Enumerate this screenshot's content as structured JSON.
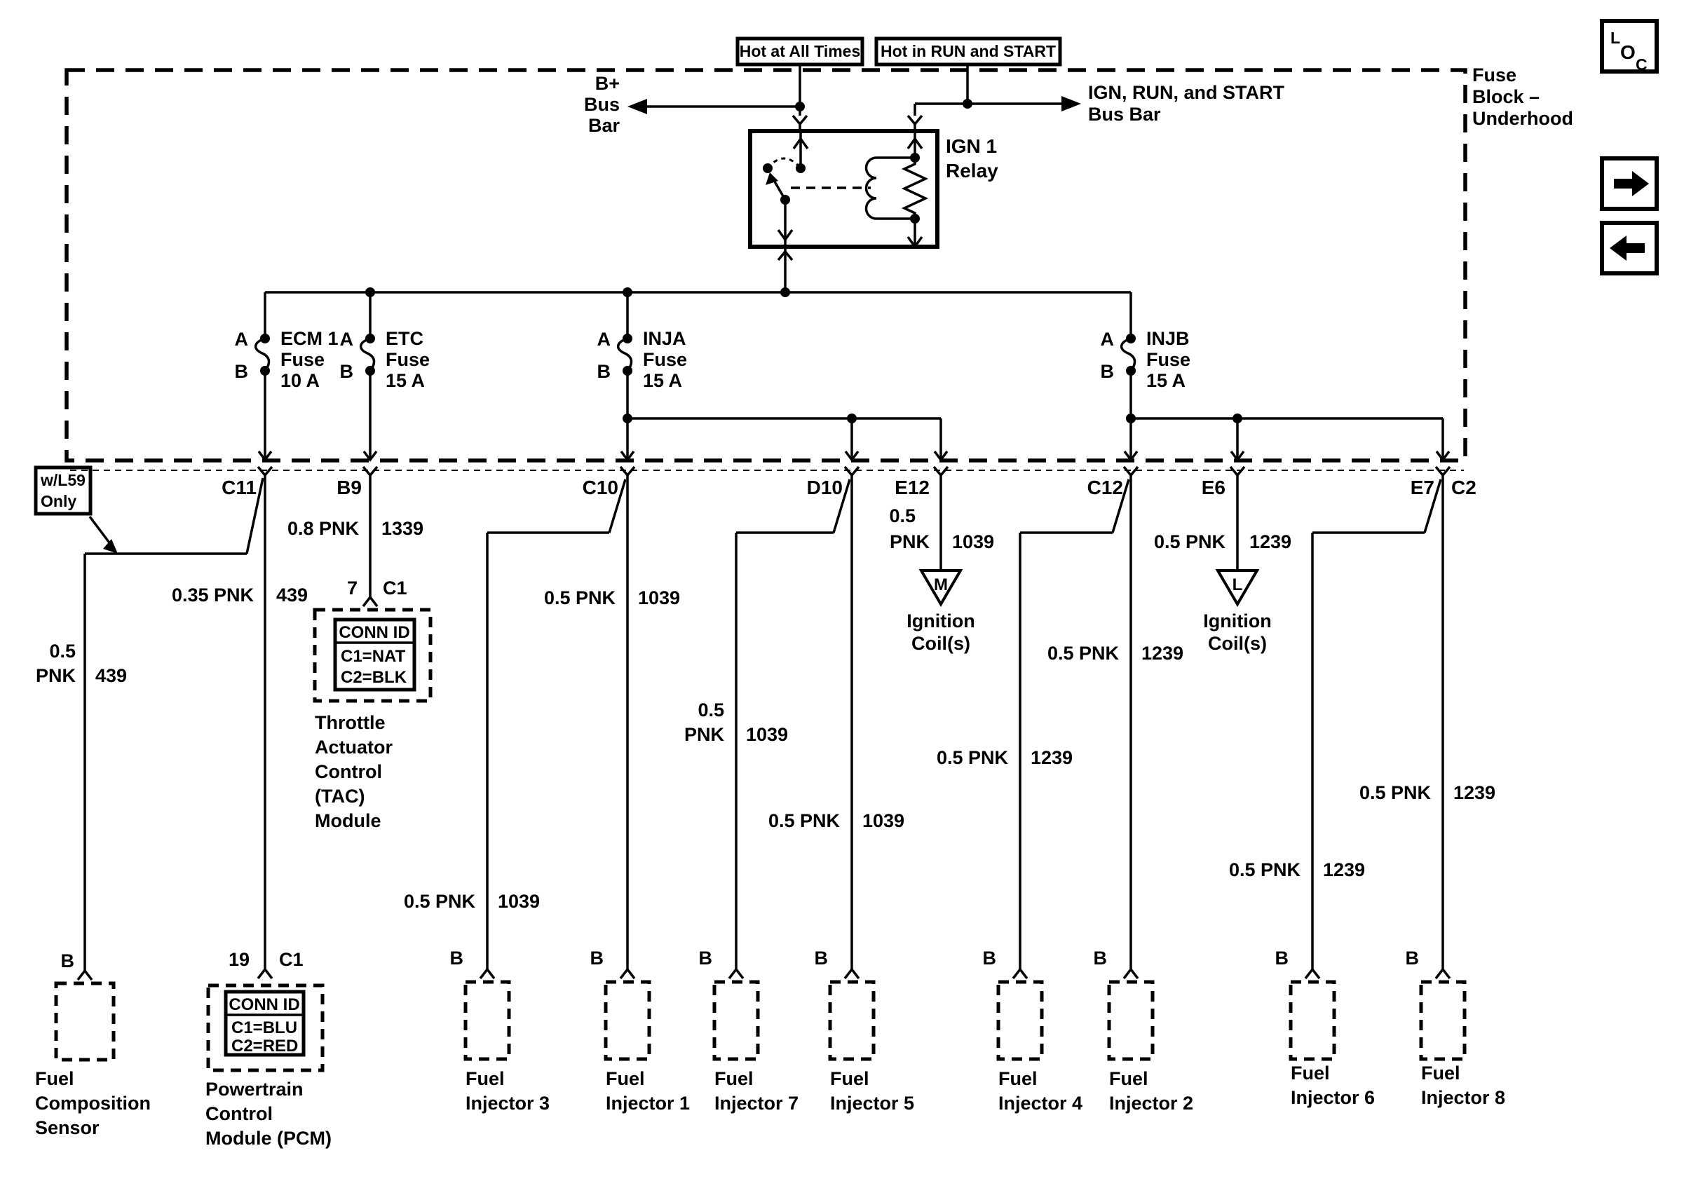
{
  "nav": {
    "loc_l": "L",
    "loc_o": "O",
    "loc_c": "C"
  },
  "power": {
    "hot1": "Hot at All Times",
    "hot2": "Hot in RUN and START",
    "bplus1": "B+",
    "bplus2": "Bus",
    "bplus3": "Bar",
    "ign1": "IGN, RUN, and START",
    "ign2": "Bus Bar",
    "fb1": "Fuse",
    "fb2": "Block –",
    "fb3": "Underhood",
    "relay1": "IGN 1",
    "relay2": "Relay"
  },
  "fuses": {
    "ecm1": {
      "a": "A",
      "b": "B",
      "n1": "ECM 1",
      "n2": "Fuse",
      "n3": "10 A"
    },
    "etc": {
      "a": "A",
      "b": "B",
      "n1": "ETC",
      "n2": "Fuse",
      "n3": "15 A"
    },
    "inja": {
      "a": "A",
      "b": "B",
      "n1": "INJA",
      "n2": "Fuse",
      "n3": "15 A"
    },
    "injb": {
      "a": "A",
      "b": "B",
      "n1": "INJB",
      "n2": "Fuse",
      "n3": "15 A"
    }
  },
  "conn": {
    "c11": "C11",
    "b9": "B9",
    "c10": "C10",
    "d10": "D10",
    "e12": "E12",
    "c12": "C12",
    "e6": "E6",
    "e7": "E7",
    "c2": "C2"
  },
  "note": {
    "l1": "w/L59",
    "l2": "Only"
  },
  "wires": {
    "c11": {
      "size": "0.35 PNK",
      "ckt": "439"
    },
    "fcs": {
      "s1": "0.5",
      "s2": "PNK",
      "ckt": "439"
    },
    "b9": {
      "size": "0.8 PNK",
      "ckt": "1339"
    },
    "inj1": {
      "size": "0.5 PNK",
      "ckt": "1039"
    },
    "inj3": {
      "size": "0.5 PNK",
      "ckt": "1039"
    },
    "inj5": {
      "size": "0.5 PNK",
      "ckt": "1039"
    },
    "inj7": {
      "s1": "0.5",
      "s2": "PNK",
      "ckt": "1039"
    },
    "e12": {
      "s1": "0.5",
      "s2": "PNK",
      "ckt": "1039"
    },
    "e6": {
      "size": "0.5 PNK",
      "ckt": "1239"
    },
    "inj2": {
      "size": "0.5 PNK",
      "ckt": "1239"
    },
    "inj4": {
      "size": "0.5 PNK",
      "ckt": "1239"
    },
    "inj6": {
      "size": "0.5 PNK",
      "ckt": "1239"
    },
    "inj8": {
      "size": "0.5 PNK",
      "ckt": "1239"
    }
  },
  "coilM": {
    "sym": "M",
    "l1": "Ignition",
    "l2": "Coil(s)"
  },
  "coilL": {
    "sym": "L",
    "l1": "Ignition",
    "l2": "Coil(s)"
  },
  "comp": {
    "fcs": {
      "pin": "B",
      "l1": "Fuel",
      "l2": "Composition",
      "l3": "Sensor"
    },
    "pcm": {
      "pin": "19",
      "conn": "C1",
      "cid": "CONN ID",
      "r1": "C1=BLU",
      "r2": "C2=RED",
      "l1": "Powertrain",
      "l2": "Control",
      "l3": "Module (PCM)"
    },
    "tac": {
      "pin": "7",
      "conn": "C1",
      "cid": "CONN ID",
      "r1": "C1=NAT",
      "r2": "C2=BLK",
      "l1": "Throttle",
      "l2": "Actuator",
      "l3": "Control",
      "l4": "(TAC)",
      "l5": "Module"
    },
    "inj3": {
      "pin": "B",
      "l1": "Fuel",
      "l2": "Injector 3"
    },
    "inj1": {
      "pin": "B",
      "l1": "Fuel",
      "l2": "Injector 1"
    },
    "inj7": {
      "pin": "B",
      "l1": "Fuel",
      "l2": "Injector 7"
    },
    "inj5": {
      "pin": "B",
      "l1": "Fuel",
      "l2": "Injector 5"
    },
    "inj4": {
      "pin": "B",
      "l1": "Fuel",
      "l2": "Injector 4"
    },
    "inj2": {
      "pin": "B",
      "l1": "Fuel",
      "l2": "Injector 2"
    },
    "inj6": {
      "pin": "B",
      "l1": "Fuel",
      "l2": "Injector 6"
    },
    "inj8": {
      "pin": "B",
      "l1": "Fuel",
      "l2": "Injector 8"
    }
  }
}
